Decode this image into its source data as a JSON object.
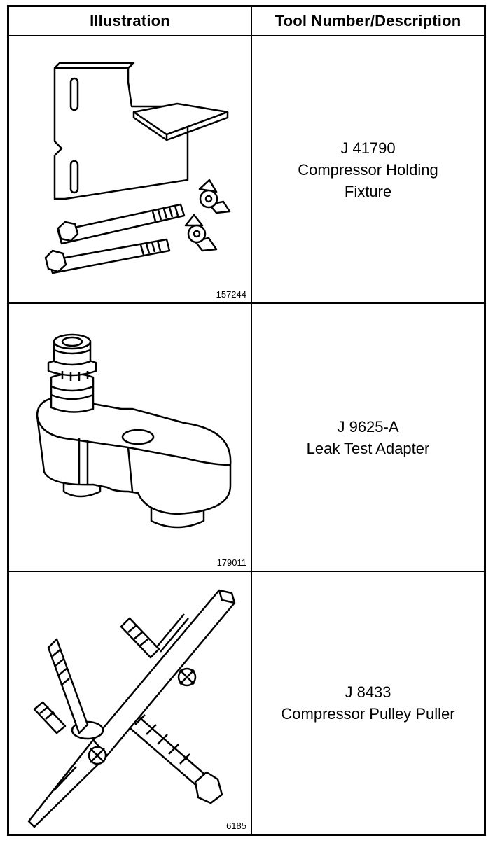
{
  "header": {
    "illustration": "Illustration",
    "tool": "Tool Number/Description"
  },
  "rows": [
    {
      "figure": "157244",
      "number": "J 41790",
      "desc1": "Compressor Holding",
      "desc2": "Fixture",
      "icon": "holding-fixture-drawing"
    },
    {
      "figure": "179011",
      "number": "J 9625-A",
      "desc1": "Leak Test Adapter",
      "desc2": "",
      "icon": "leak-test-adapter-drawing"
    },
    {
      "figure": "6185",
      "number": "J 8433",
      "desc1": "Compressor Pulley Puller",
      "desc2": "",
      "icon": "pulley-puller-drawing"
    }
  ]
}
